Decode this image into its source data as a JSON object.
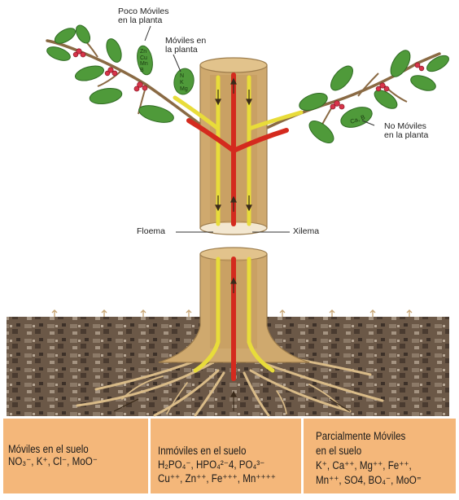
{
  "diagram": {
    "labels": {
      "poco_moviles_line1": "Poco Móviles",
      "poco_moviles_line2": "en la planta",
      "moviles_line1": "Móviles en",
      "moviles_line2": "la planta",
      "no_moviles_line1": "No Móviles",
      "no_moviles_line2": "en la planta",
      "floema": "Floema",
      "xilema": "Xilema"
    },
    "leaf_elements": {
      "left_upper": [
        "Zn",
        "Cu",
        "Mn",
        "B"
      ],
      "left_center": [
        "N",
        "K",
        "Mg"
      ],
      "right": "Ca, B"
    },
    "colors": {
      "xylem": "#d42a1e",
      "phloem": "#e8dc3a",
      "stem": "#cfa96e",
      "soil": "#6e5a48",
      "leaf": "#4f9a3a",
      "flower": "#d8344a",
      "panel": "#f4b77a"
    }
  },
  "soil_panels": [
    {
      "title": "Móviles en el suelo",
      "ions": "NO₃⁻, K⁺, Cl⁻, MoO⁻"
    },
    {
      "title": "Inmóviles en el suelo",
      "ions_line1": "H₂PO₄⁻, HPO₄²⁻4, PO₄³⁻",
      "ions_line2": "Cu⁺⁺, Zn⁺⁺, Fe⁺⁺⁺, Mn⁺⁺⁺⁺"
    },
    {
      "title_line1": "Parcialmente Móviles",
      "title_line2": "en el suelo",
      "ions_line1": "K⁺, Ca⁺⁺, Mg⁺⁺, Fe⁺⁺,",
      "ions_line2": "Mn⁺⁺, SO4, BO₄⁻, MoO⁼"
    }
  ]
}
